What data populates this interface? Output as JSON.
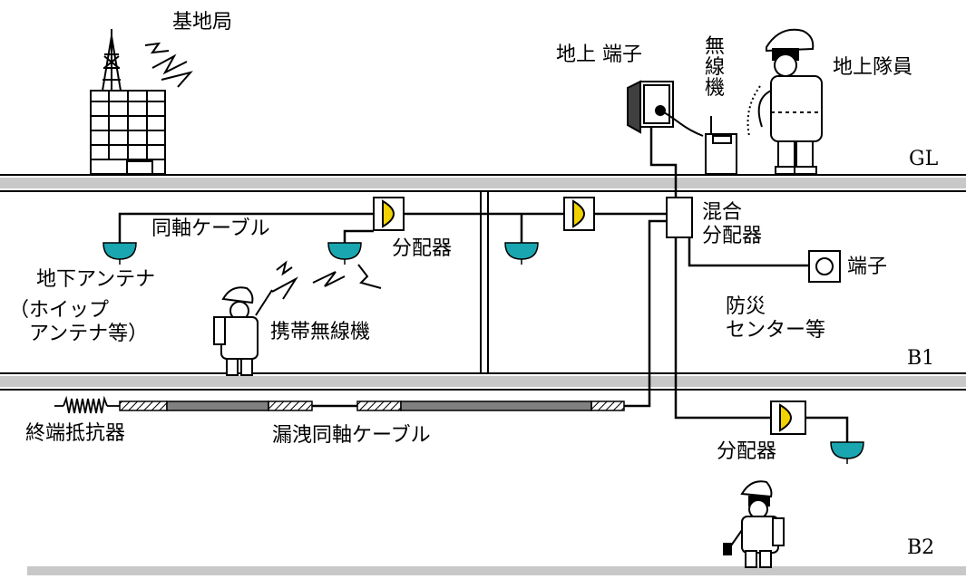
{
  "labels": {
    "base_station": "基地局",
    "ground_terminal": "地上 端子",
    "radio": "無\n線\n機",
    "ground_crew": "地上隊員",
    "coax_cable": "同軸ケーブル",
    "distributor_1": "分配器",
    "mixing_distributor": "混合\n分配器",
    "terminal": "端子",
    "underground_antenna": "地下アンテナ",
    "whip_antenna": "（ホイップ\n　アンテナ等）",
    "portable_radio": "携帯無線機",
    "disaster_center": "防災\nセンター等",
    "terminating_resistor": "終端抵抗器",
    "leaky_coax": "漏洩同軸ケーブル",
    "distributor_2": "分配器"
  },
  "floors": {
    "gl": "GL",
    "b1": "B1",
    "b2": "B2"
  },
  "colors": {
    "line": "#000000",
    "slab": "#c8c8c8",
    "antenna": "#1aa6b0",
    "distributor": "#f2d100",
    "leaky_fill": "#808080"
  },
  "icons": [
    "tower-icon",
    "building-icon",
    "wave-icon",
    "firefighter-icon",
    "radio-icon",
    "antenna-icon",
    "distributor-icon",
    "resistor-icon"
  ]
}
